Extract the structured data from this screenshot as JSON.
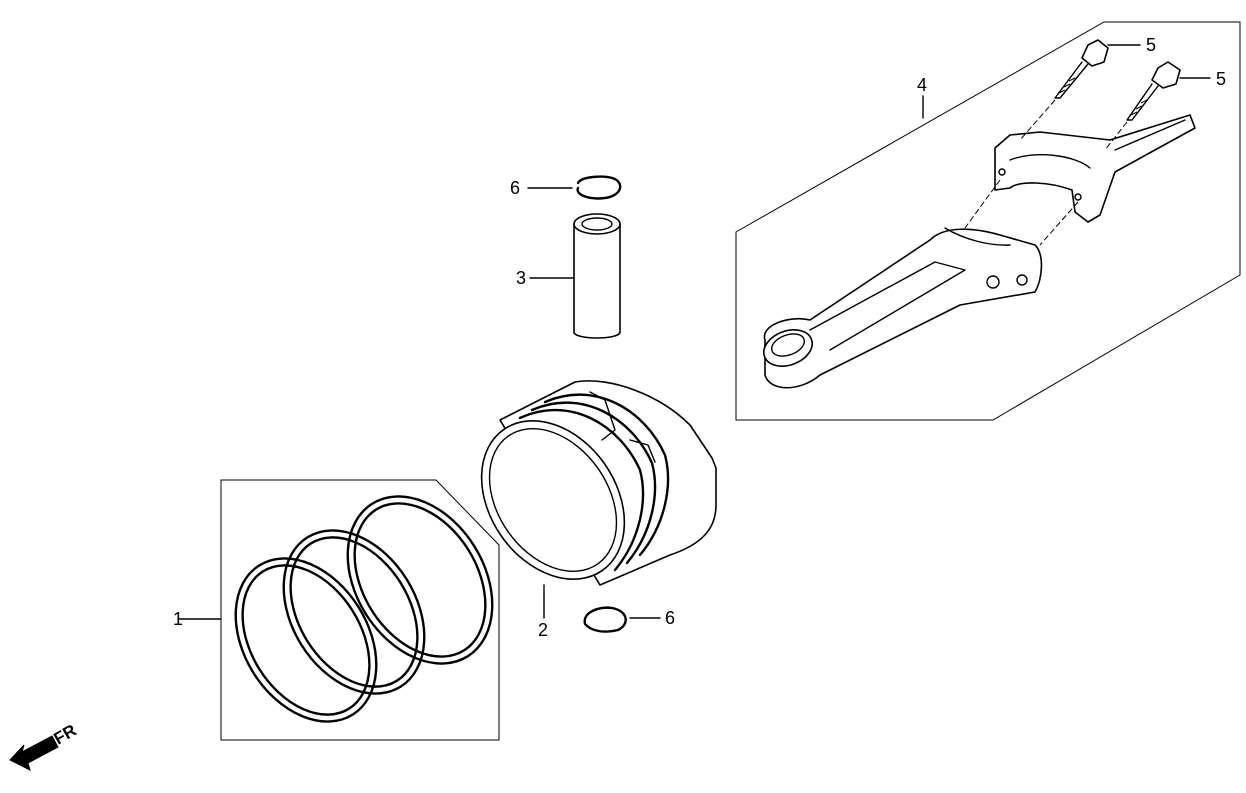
{
  "callouts": [
    {
      "id": "piston-ring-set",
      "label": "1"
    },
    {
      "id": "piston",
      "label": "2"
    },
    {
      "id": "piston-pin",
      "label": "3"
    },
    {
      "id": "connecting-rod",
      "label": "4"
    },
    {
      "id": "rod-bolt-a",
      "label": "5"
    },
    {
      "id": "rod-bolt-b",
      "label": "5"
    },
    {
      "id": "pin-clip-top",
      "label": "6"
    },
    {
      "id": "pin-clip-bottom",
      "label": "6"
    }
  ],
  "direction": {
    "label": "FR"
  }
}
